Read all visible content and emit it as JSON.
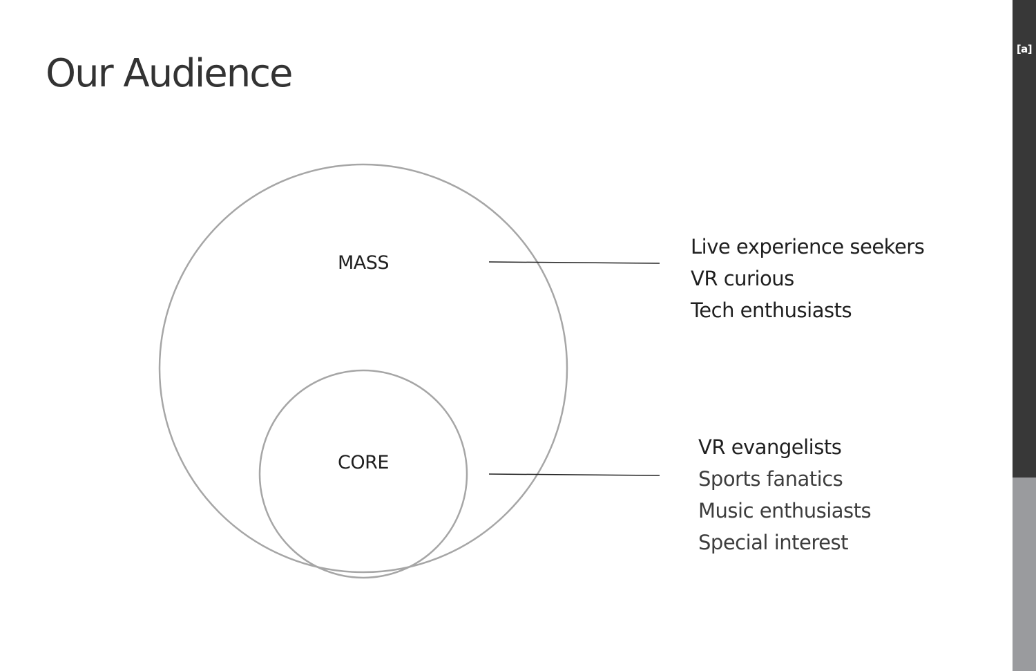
{
  "slide": {
    "title": "Our Audience"
  },
  "diagram": {
    "outer_label": "MASS",
    "inner_label": "CORE",
    "stroke_color": "#a6a6a6",
    "connector_color": "#1f1f1f"
  },
  "mass_group": {
    "items": [
      "Live experience seekers",
      "VR curious",
      "Tech enthusiasts"
    ]
  },
  "core_group": {
    "items": [
      "VR evangelists",
      "Sports fanatics",
      "Music enthusiasts",
      "Special interest"
    ]
  },
  "sidebar": {
    "brand": "[a]",
    "top_color": "#383838",
    "bottom_color": "#9a9b9e"
  }
}
